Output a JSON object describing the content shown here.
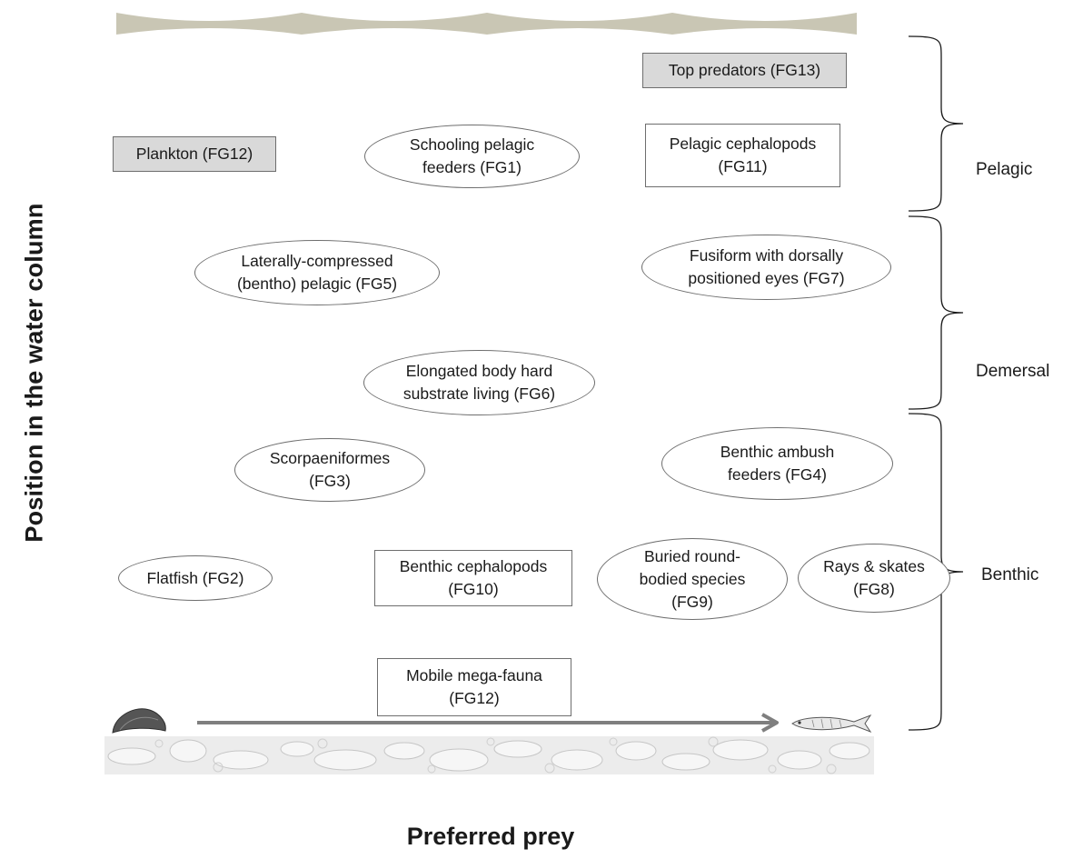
{
  "y_axis_title": "Position in the water column",
  "x_axis_title": "Preferred prey",
  "zones": [
    {
      "label": "Pelagic"
    },
    {
      "label": "Demersal"
    },
    {
      "label": "Benthic"
    }
  ],
  "groups": {
    "top_predators": "Top predators (FG13)",
    "plankton": "Plankton (FG12)",
    "schooling": "Schooling pelagic\nfeeders (FG1)",
    "pelagic_ceph": "Pelagic cephalopods\n(FG11)",
    "laterally": "Laterally-compressed\n(bentho) pelagic (FG5)",
    "fusiform": "Fusiform with dorsally\npositioned eyes (FG7)",
    "elongated": "Elongated body hard\nsubstrate living (FG6)",
    "scorpaeniformes": "Scorpaeniformes\n(FG3)",
    "benthic_ambush": "Benthic ambush\nfeeders (FG4)",
    "flatfish": "Flatfish (FG2)",
    "benthic_ceph": "Benthic cephalopods\n(FG10)",
    "buried": "Buried round-\nbodied species\n(FG9)",
    "rays": "Rays & skates\n(FG8)",
    "mobile": "Mobile mega-fauna\n(FG12)"
  },
  "colors": {
    "surface_wave": "#c9c6b4",
    "grey_box": "#d9d9d9",
    "arrow": "#7f7f7f",
    "seabed": "#ececec"
  },
  "icons": {
    "prey_small": "bivalve-icon",
    "prey_large": "fish-icon"
  }
}
